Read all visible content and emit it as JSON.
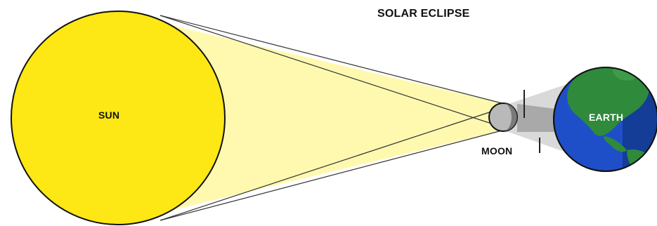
{
  "title": "SOLAR ECLIPSE",
  "bodies": {
    "sun": "SUN",
    "moon": "MOON",
    "earth": "EARTH"
  },
  "colors": {
    "sun_fill": "#fde714",
    "light_cone": "#fff9b0",
    "shadow_dark": "#a9a9a9",
    "shadow_light": "#d9d9d9",
    "earth_ocean": "#1f4fc8",
    "earth_land": "#2f8a3c",
    "earth_night": "#123a8d",
    "moon_fill": "#b9b9b9"
  }
}
